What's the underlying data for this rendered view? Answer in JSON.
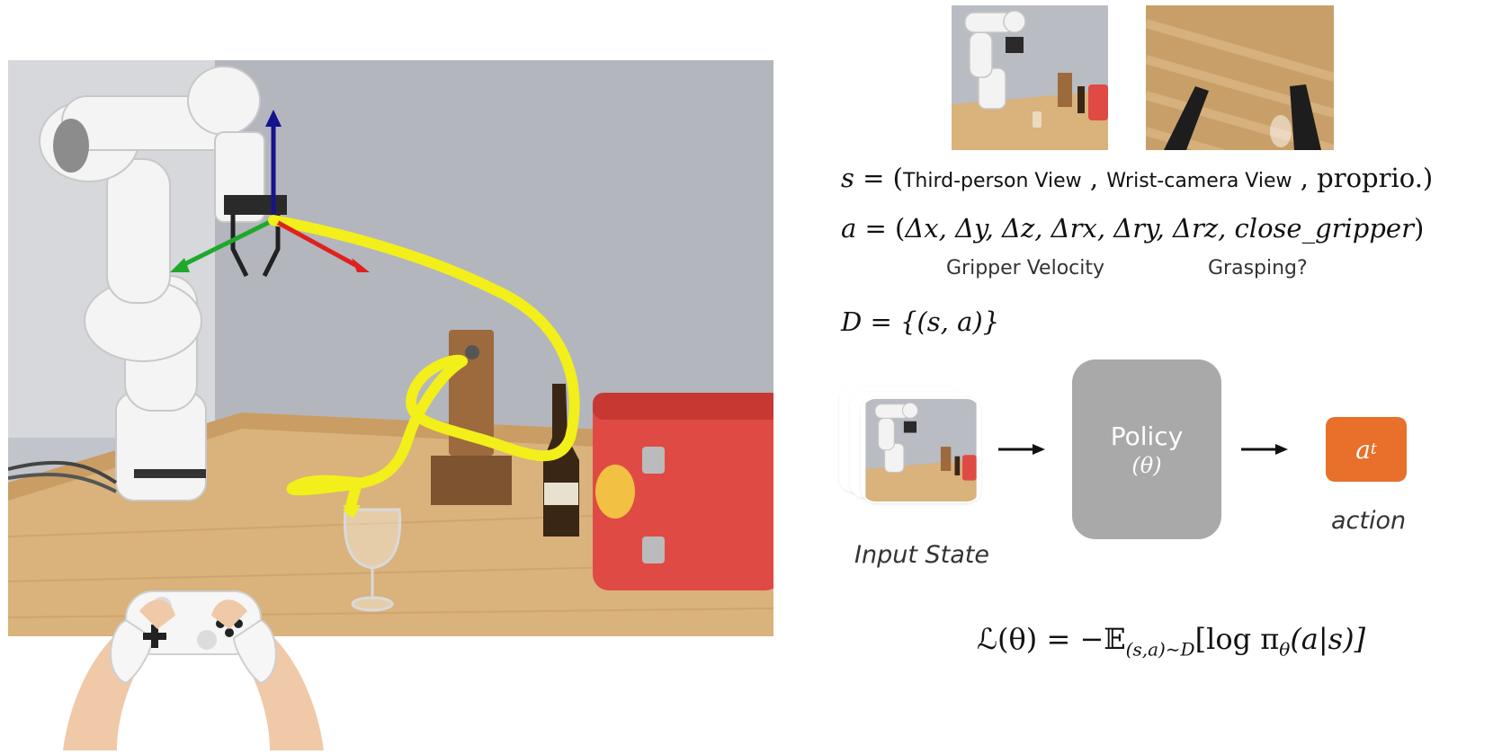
{
  "state_line": {
    "lhs": "s",
    "eq": " = (",
    "third_label": "Third-person View",
    "sep1": " ,  ",
    "wrist_label": "Wrist-camera View",
    "sep2": " , ",
    "proprio": "proprio.)"
  },
  "action_line": {
    "lhs": "a",
    "eq": " = (",
    "terms": "Δx, Δy, Δz, Δrx, Δry, Δrz, close_gripper",
    "close": ")"
  },
  "captions": {
    "velocity": "Gripper Velocity",
    "grasping": "Grasping?"
  },
  "dataset_line": {
    "lhs": "D",
    "rhs": " = {(s, a)}"
  },
  "pipeline": {
    "policy_label": "Policy",
    "policy_param": "(θ)",
    "action_symbol": "a",
    "action_sub": "t",
    "input_caption": "Input State",
    "action_caption": "action"
  },
  "loss": {
    "lhs": "ℒ(θ) = −𝔼",
    "sub": "(s,a)∼D",
    "bracket_open": "[log π",
    "pi_sub": "θ",
    "rest": "(a|s)]"
  },
  "colors": {
    "trajectory": "#f2ef1a",
    "axis_x": "#e02020",
    "axis_y": "#1fa82a",
    "axis_z": "#14148c",
    "policy_box": "#a9a9a9",
    "action_box": "#e8702a"
  }
}
